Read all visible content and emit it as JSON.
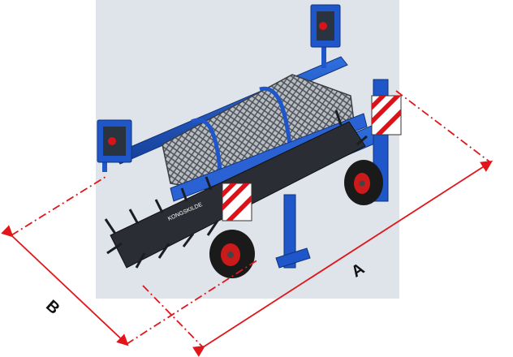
{
  "labels": {
    "dimension_a": "A",
    "dimension_b": "B",
    "machine_brand": "KONGSKILDE"
  },
  "colors": {
    "frame_blue": "#1f56c9",
    "frame_blue_dark": "#123b8f",
    "dimension_red": "#e0161b",
    "background_panel": "#dfe3ea",
    "warning_red": "#d8141a",
    "warning_white": "#ffffff",
    "tire_black": "#1a1a1a",
    "rim_red": "#cc1a1a"
  },
  "icons": [
    "dimension-arrow-a-icon",
    "dimension-arrow-b-icon",
    "warning-plate-icon",
    "tail-light-icon"
  ]
}
